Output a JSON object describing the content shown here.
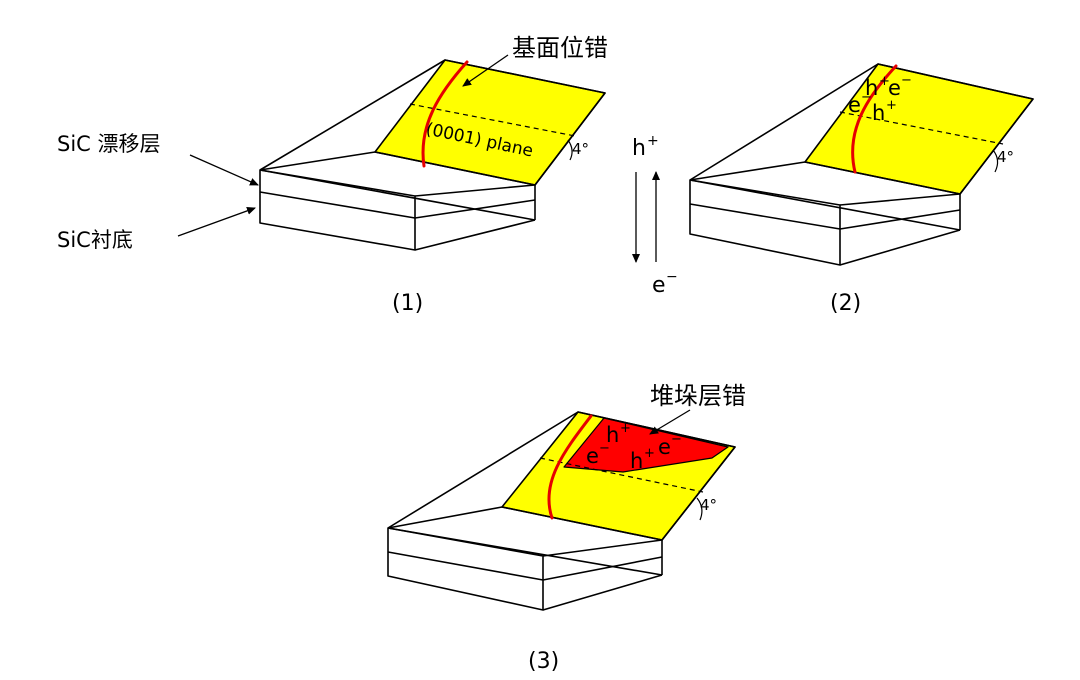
{
  "labels": {
    "basal_plane_dislocation": "基面位错",
    "sic_drift_layer": "SiC 漂移层",
    "sic_substrate": "SiC衬底",
    "plane_0001": "(0001) plane",
    "angle": "4°",
    "stacking_fault": "堆垛层错",
    "hole": "h",
    "electron": "e",
    "plus": "+",
    "minus": "−"
  },
  "captions": {
    "panel1": "(1)",
    "panel2": "(2)",
    "panel3": "(3)"
  }
}
